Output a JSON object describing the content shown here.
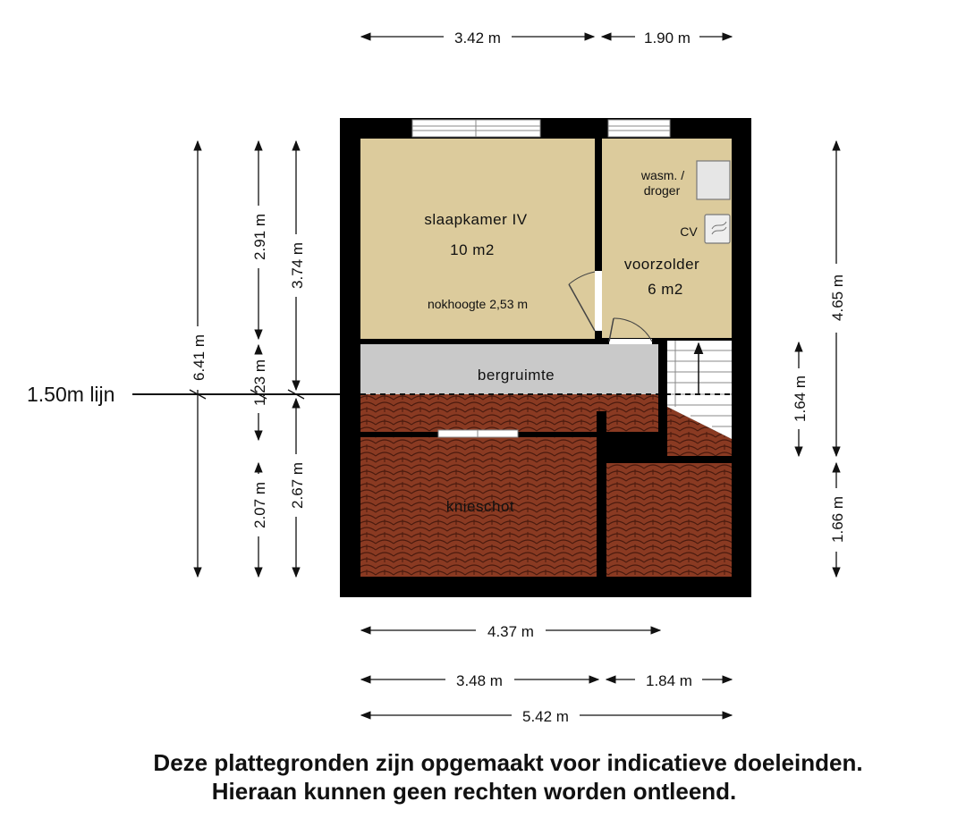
{
  "dimensions": {
    "top_left": "3.42 m",
    "top_right": "1.90 m",
    "left_total": "6.41 m",
    "left_upper": "2.91 m",
    "left_middle": "1.23 m",
    "left_lower": "2.07 m",
    "left2_upper": "3.74 m",
    "left2_lower": "2.67 m",
    "right_upper": "4.65 m",
    "right_middle": "1.64 m",
    "right_lower": "1.66 m",
    "bottom_inner": "4.37 m",
    "bottom_left": "3.48 m",
    "bottom_right": "1.84 m",
    "bottom_total": "5.42 m"
  },
  "line_label": "1.50m lijn",
  "rooms": {
    "bedroom_name": "slaapkamer IV",
    "bedroom_area": "10 m2",
    "ridge_height": "nokhoogte 2,53 m",
    "attic_name": "voorzolder",
    "attic_area": "6 m2",
    "washer": "wasm. /",
    "dryer": "droger",
    "boiler": "CV",
    "storage": "bergruimte",
    "kneewall": "knieschot"
  },
  "disclaimer": {
    "line1": "Deze plattegronden zijn opgemaakt voor indicatieve doeleinden.",
    "line2": "Hieraan kunnen geen rechten worden ontleend."
  },
  "colors": {
    "wall": "#000000",
    "room_fill": "#dccb9c",
    "storage_fill": "#c9c9c9",
    "roof_tiles": "#8a3a22"
  }
}
